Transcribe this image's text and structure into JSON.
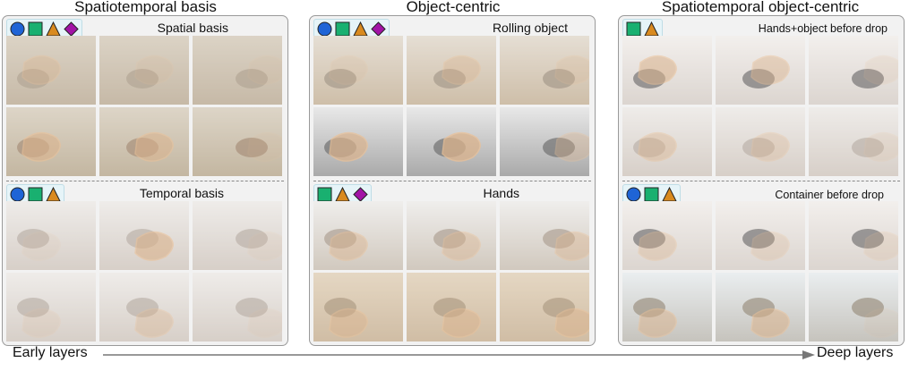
{
  "columns": [
    {
      "title": "Spatiotemporal basis",
      "sections": [
        {
          "label": "Spatial basis",
          "legend": [
            "circle",
            "square",
            "triangle",
            "diamond"
          ]
        },
        {
          "label": "Temporal basis",
          "legend": [
            "circle",
            "square",
            "triangle"
          ]
        }
      ]
    },
    {
      "title": "Object-centric",
      "sections": [
        {
          "label": "Rolling object",
          "legend": [
            "circle",
            "square",
            "triangle",
            "diamond"
          ]
        },
        {
          "label": "Hands",
          "legend": [
            "square",
            "triangle",
            "diamond"
          ]
        }
      ]
    },
    {
      "title": "Spatiotemporal object-centric",
      "sections": [
        {
          "label": "Hands+object before drop",
          "legend": [
            "square",
            "triangle"
          ]
        },
        {
          "label": "Container before drop",
          "legend": [
            "circle",
            "square",
            "triangle"
          ]
        }
      ]
    }
  ],
  "axis": {
    "start_label": "Early layers",
    "end_label": "Deep layers"
  },
  "legend_colors": {
    "circle": "#1f64d6",
    "square": "#19b070",
    "triangle": "#d98a1f",
    "diamond": "#a214a6"
  },
  "tile_rows": [
    {
      "scene": "sand",
      "hl": [
        0.35,
        0.15,
        0.1
      ]
    },
    {
      "scene": "sand-corner",
      "hl": [
        0.6,
        0.55,
        0.1
      ]
    },
    {
      "scene": "room",
      "hl": [
        0.1,
        0.6,
        0.1
      ]
    },
    {
      "scene": "room",
      "hl": [
        0.15,
        0.35,
        0.1
      ]
    },
    {
      "scene": "floor",
      "hl": [
        0.15,
        0.35,
        0.2
      ]
    },
    {
      "scene": "desk",
      "hl": [
        0.7,
        0.75,
        0.35
      ]
    },
    {
      "scene": "table",
      "hl": [
        0.45,
        0.4,
        0.4
      ]
    },
    {
      "scene": "wood",
      "hl": [
        0.45,
        0.5,
        0.5
      ]
    },
    {
      "scene": "mug",
      "hl": [
        0.55,
        0.45,
        0.15
      ]
    },
    {
      "scene": "room",
      "hl": [
        0.4,
        0.3,
        0.15
      ]
    },
    {
      "scene": "mug",
      "hl": [
        0.35,
        0.25,
        0.2
      ]
    },
    {
      "scene": "glass",
      "hl": [
        0.5,
        0.55,
        0.1
      ]
    }
  ]
}
